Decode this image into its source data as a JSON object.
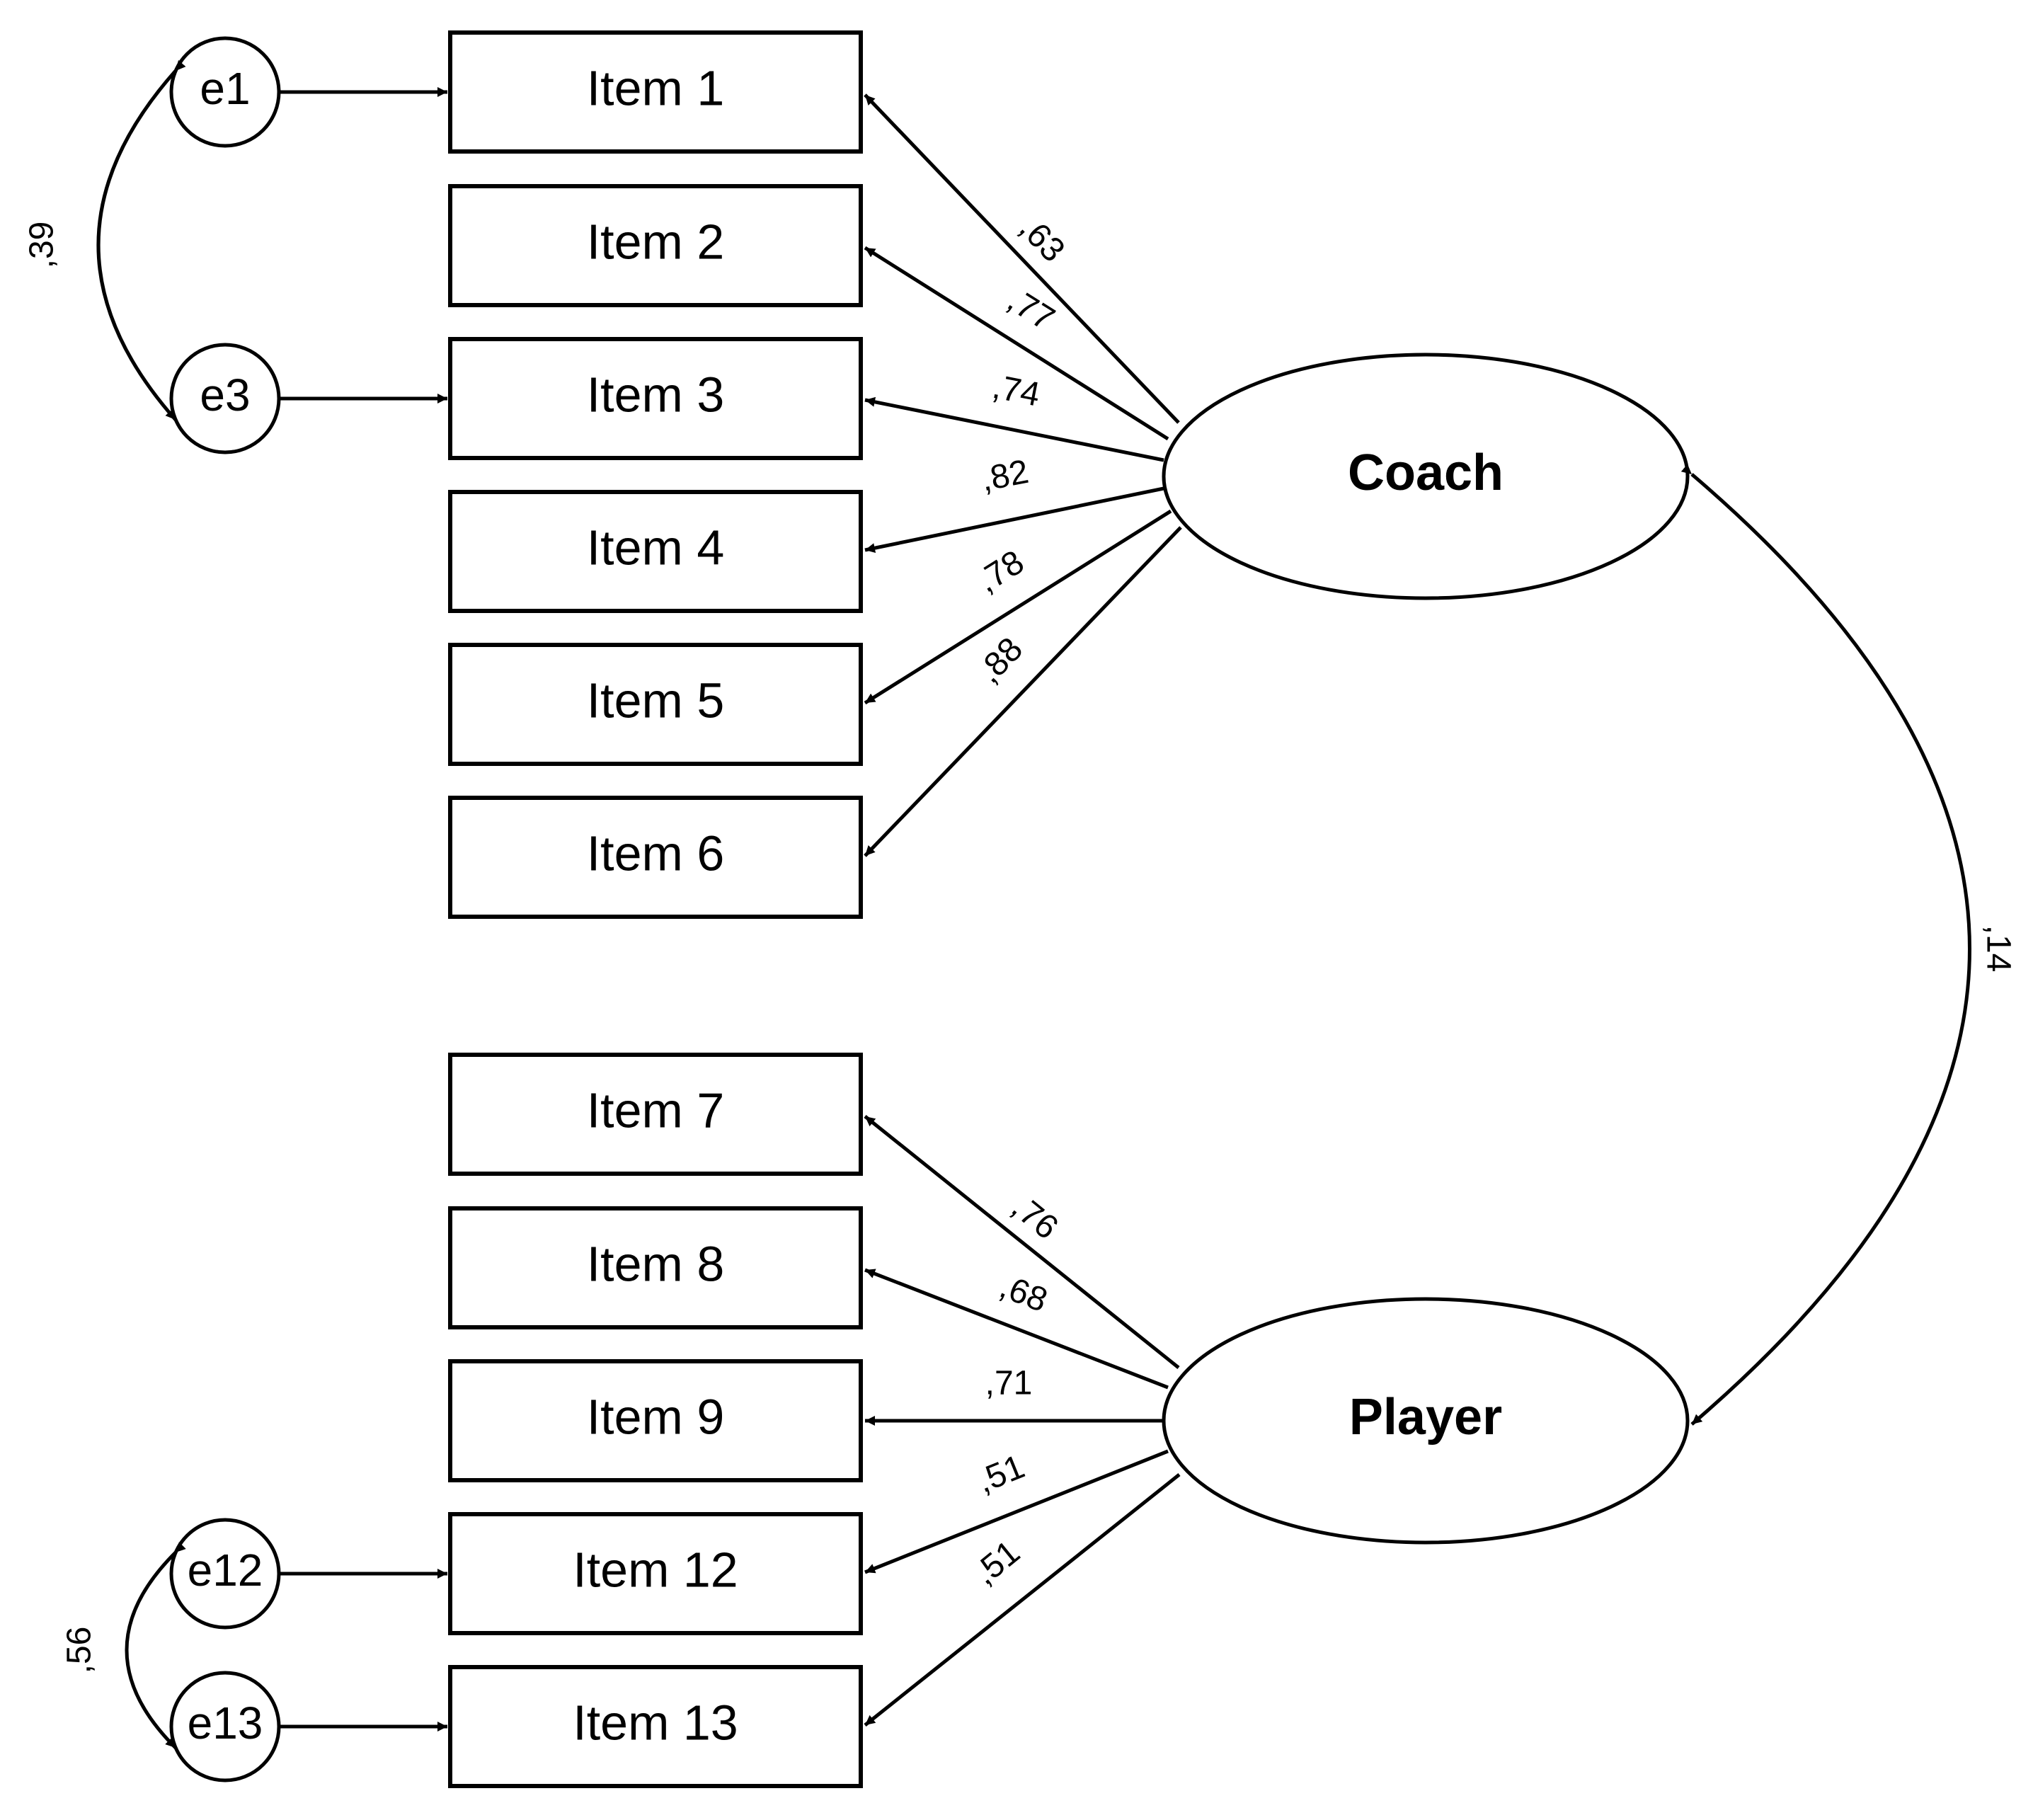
{
  "items": [
    {
      "id": "item1",
      "label": "Item 1"
    },
    {
      "id": "item2",
      "label": "Item 2"
    },
    {
      "id": "item3",
      "label": "Item 3"
    },
    {
      "id": "item4",
      "label": "Item 4"
    },
    {
      "id": "item5",
      "label": "Item 5"
    },
    {
      "id": "item6",
      "label": "Item 6"
    },
    {
      "id": "item7",
      "label": "Item 7"
    },
    {
      "id": "item8",
      "label": "Item 8"
    },
    {
      "id": "item9",
      "label": "Item 9"
    },
    {
      "id": "item12",
      "label": "Item 12"
    },
    {
      "id": "item13",
      "label": "Item 13"
    }
  ],
  "latents": [
    {
      "id": "coach",
      "label": "Coach"
    },
    {
      "id": "player",
      "label": "Player"
    }
  ],
  "errors": [
    {
      "id": "e1",
      "label": "e1"
    },
    {
      "id": "e3",
      "label": "e3"
    },
    {
      "id": "e12",
      "label": "e12"
    },
    {
      "id": "e13",
      "label": "e13"
    }
  ],
  "loadings": [
    {
      "from": "Coach",
      "to": "Item 1",
      "value": ",63"
    },
    {
      "from": "Coach",
      "to": "Item 2",
      "value": ",77"
    },
    {
      "from": "Coach",
      "to": "Item 3",
      "value": ",74"
    },
    {
      "from": "Coach",
      "to": "Item 4",
      "value": ",82"
    },
    {
      "from": "Coach",
      "to": "Item 5",
      "value": ",78"
    },
    {
      "from": "Coach",
      "to": "Item 6",
      "value": ",88"
    },
    {
      "from": "Player",
      "to": "Item 7",
      "value": ",76"
    },
    {
      "from": "Player",
      "to": "Item 8",
      "value": ",68"
    },
    {
      "from": "Player",
      "to": "Item 9",
      "value": ",71"
    },
    {
      "from": "Player",
      "to": "Item 12",
      "value": ",51"
    },
    {
      "from": "Player",
      "to": "Item 13",
      "value": ",51"
    }
  ],
  "covariances": [
    {
      "between": [
        "e1",
        "e3"
      ],
      "value": ",39"
    },
    {
      "between": [
        "e12",
        "e13"
      ],
      "value": ",56"
    },
    {
      "between": [
        "Coach",
        "Player"
      ],
      "value": ",14"
    }
  ]
}
